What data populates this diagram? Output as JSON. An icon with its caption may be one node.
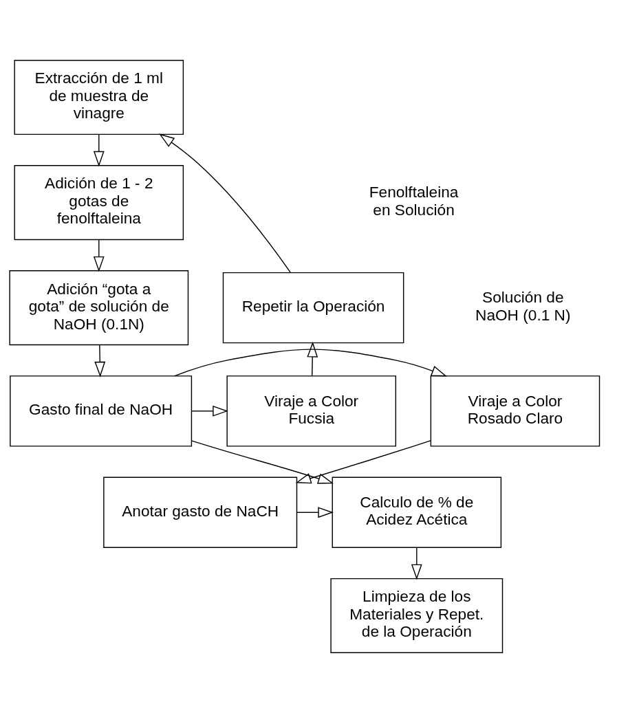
{
  "diagram": {
    "nodes": [
      {
        "text": [
          "Extracción de 1 ml de muestra de vinagre"
        ]
      },
      {
        "text": [
          "Adición de 1 - 2 gotas de fenolftaleina"
        ]
      },
      {
        "text": [
          "Adición “gota a gota” de solución de NaOH (0.1N)"
        ]
      },
      {
        "text": [
          "Viraje a Color Rosado Claro"
        ]
      },
      {
        "text": [
          "Gasto final de NaOH"
        ]
      },
      {
        "text": [
          "Viraje a Color Fucsia"
        ]
      },
      {
        "text": [
          "Repetir la Operación"
        ]
      },
      {
        "text": [
          "Anotar gasto de NaCH"
        ]
      },
      {
        "text": [
          "Calculo de % de Acidez Acética"
        ]
      },
      {
        "text": [
          "Limpieza de los Materiales y Repet. de la Operación"
        ]
      }
    ],
    "edges": [
      {
        "from": 0,
        "to": 1,
        "arrow": "to"
      },
      {
        "from": 1,
        "to": 2,
        "arrow": "to"
      },
      {
        "from": 2,
        "to": 4,
        "arrow": "to"
      },
      {
        "from": 4,
        "to": 3,
        "arrow": "to"
      },
      {
        "from": 4,
        "to": 5,
        "arrow": "to"
      },
      {
        "from": 5,
        "to": 6,
        "arrow": "to"
      },
      {
        "from": 6,
        "to": 0,
        "arrow": "to"
      },
      {
        "from": 3,
        "to": 7,
        "arrow": "to"
      },
      {
        "from": 7,
        "to": 8,
        "arrow": "to"
      },
      {
        "from": 4,
        "to": 8,
        "arrow": "to"
      },
      {
        "from": 8,
        "to": 9,
        "arrow": "to"
      }
    ],
    "labels": [
      "Fenolftaleina en Solución",
      "Solución de NaOH (0.1 N)"
    ]
  }
}
